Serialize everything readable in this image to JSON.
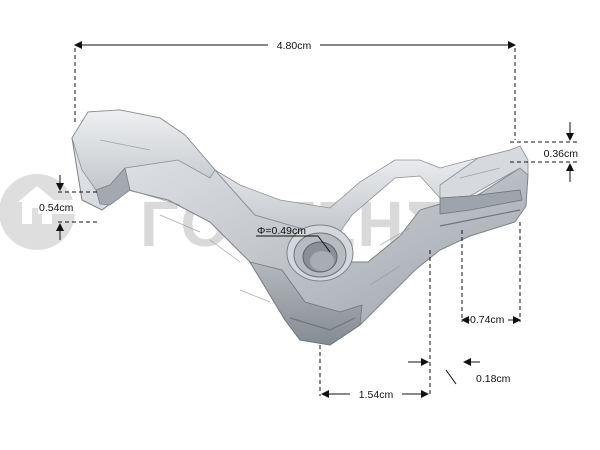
{
  "image": {
    "subject": "metal-door-lever-part",
    "watermark_text": "ΓΟΥΤΖΗΣ"
  },
  "dimensions": {
    "total_length": "4.80cm",
    "top_step_height": "0.36cm",
    "left_step_height": "0.54cm",
    "hole_diameter": "Φ=0.49cm",
    "tail_width": "0.74cm",
    "bottom_length": "1.54cm",
    "slot_width": "0.18cm"
  },
  "colors": {
    "background": "#ffffff",
    "metal_light": "#dfe2e6",
    "metal_mid": "#b9bec4",
    "metal_dark": "#8a9097",
    "watermark": "#c9c9c9",
    "dimension_line": "#111111"
  }
}
